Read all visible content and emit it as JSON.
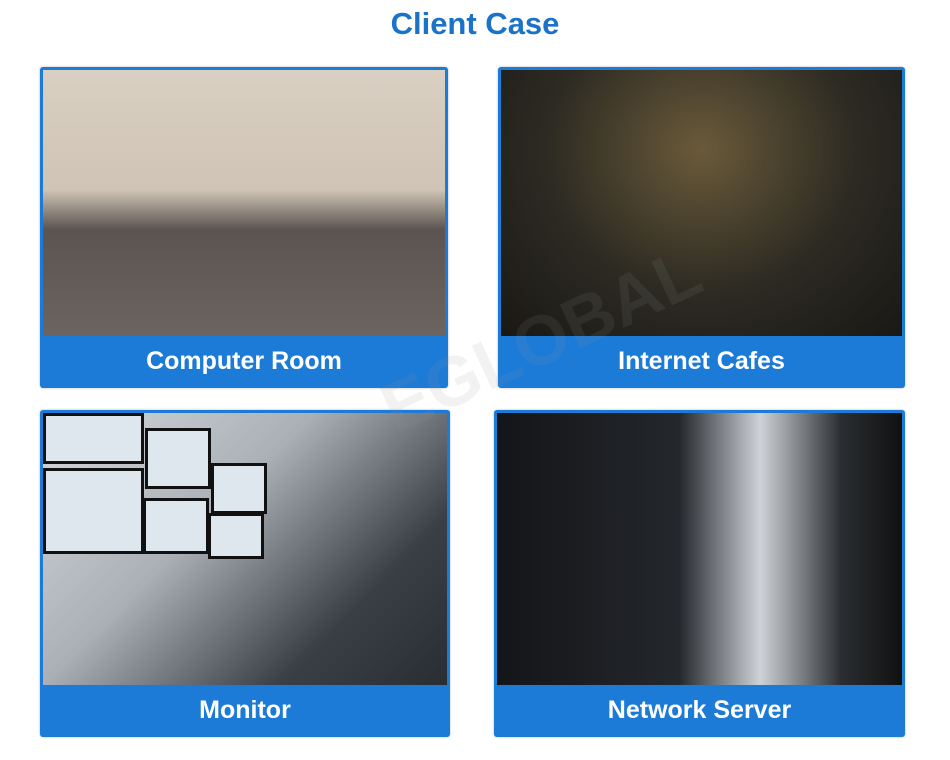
{
  "title": "Client Case",
  "watermark": "EGLOBAL",
  "cases": [
    {
      "label": "Computer Room"
    },
    {
      "label": "Internet Cafes"
    },
    {
      "label": "Monitor"
    },
    {
      "label": "Network Server"
    }
  ],
  "colors": {
    "accent": "#1d7bd8",
    "title": "#1a73c9"
  }
}
